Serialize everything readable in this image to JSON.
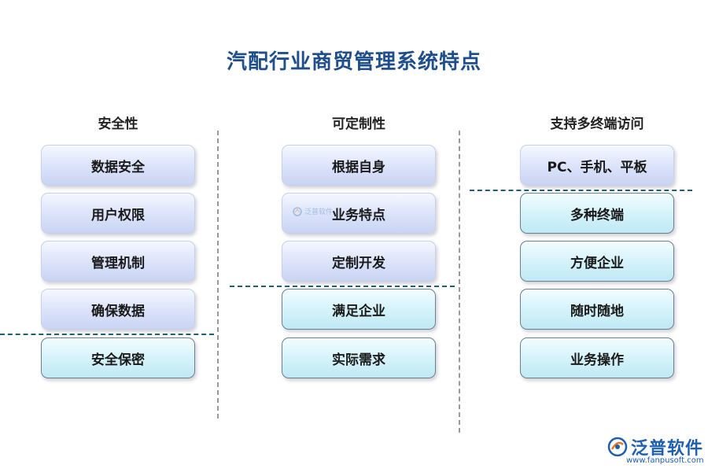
{
  "title": "汽配行业商贸管理系统特点",
  "columns": [
    {
      "heading": "安全性",
      "items": [
        "数据安全",
        "用户权限",
        "管理机制",
        "确保数据",
        "安全保密"
      ]
    },
    {
      "heading": "可定制性",
      "items": [
        "根据自身",
        "业务特点",
        "定制开发",
        "满足企业",
        "实际需求"
      ]
    },
    {
      "heading": "支持多终端访问",
      "items": [
        "PC、手机、平板",
        "多种终端",
        "方便企业",
        "随时随地",
        "业务操作"
      ]
    }
  ],
  "colors": {
    "title": "#1f4e8c",
    "box_lavender": "#dfe6fb",
    "box_cyan": "#d8f4fb",
    "divider": "#1e5f73"
  },
  "brand": {
    "name": "泛普软件",
    "url": "www.fanpusoft.com",
    "watermark": "泛普软件"
  }
}
